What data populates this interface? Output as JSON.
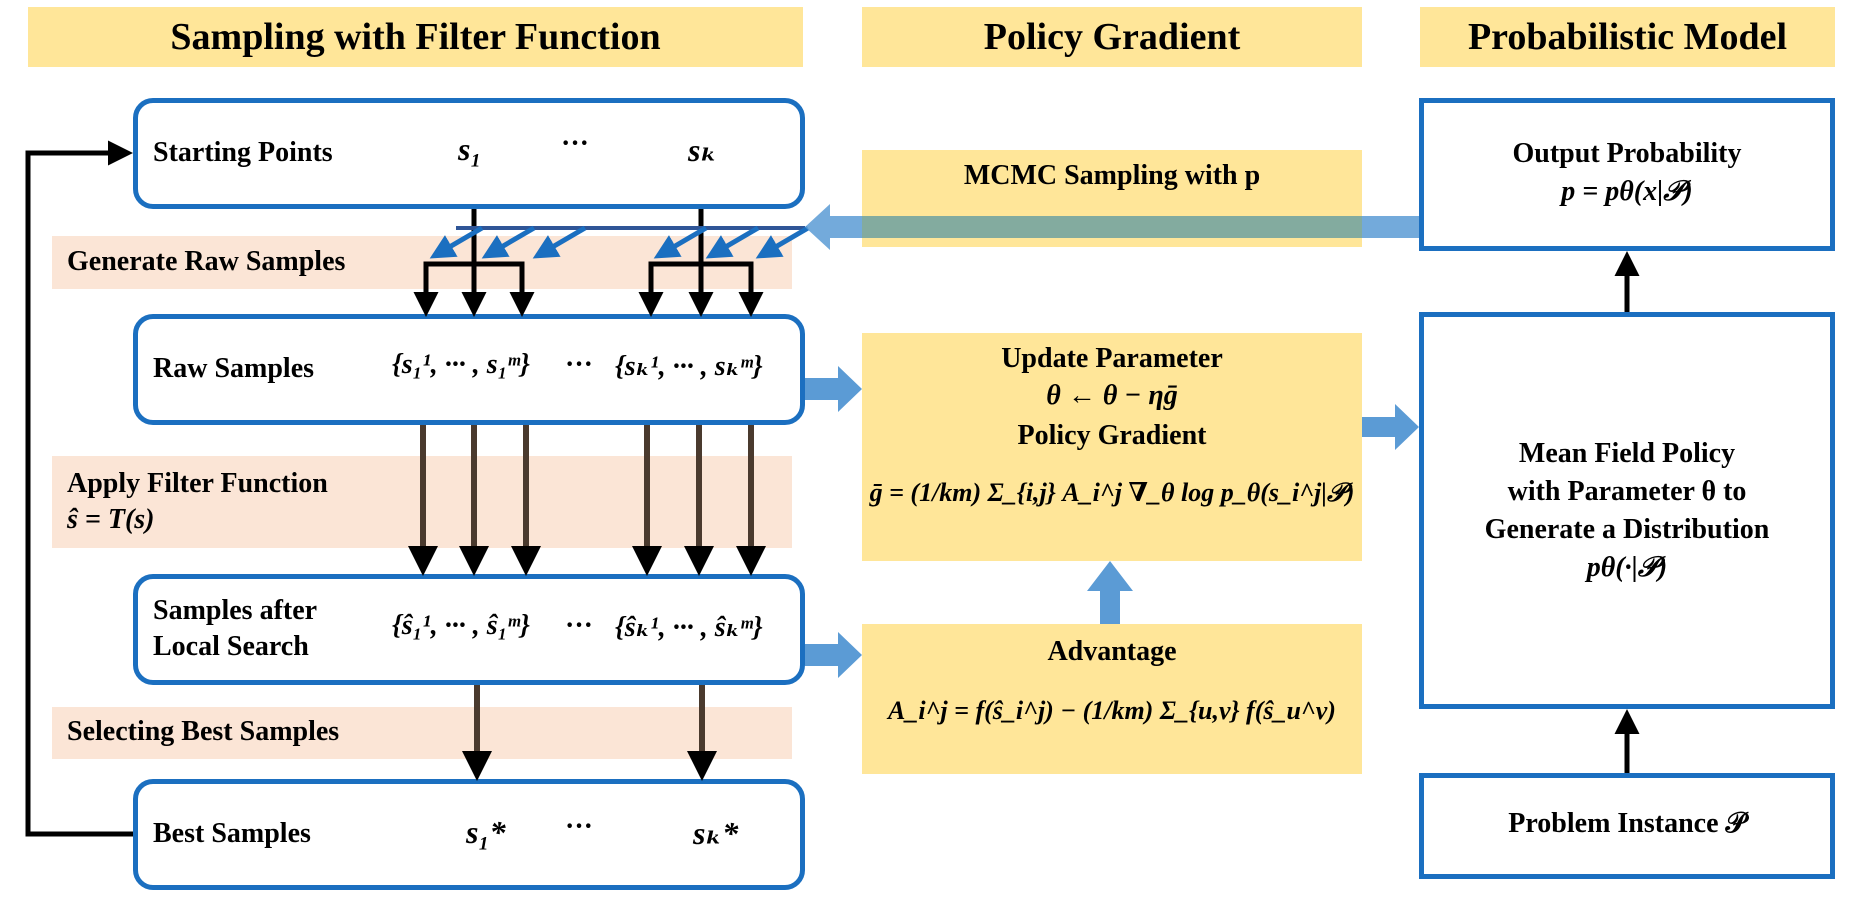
{
  "headers": {
    "left": "Sampling with Filter Function",
    "middle": "Policy Gradient",
    "right": "Probabilistic Model"
  },
  "left": {
    "starting_points": {
      "label": "Starting Points",
      "s1": "s₁",
      "dots": "···",
      "sk": "sₖ"
    },
    "generate_raw_samples": "Generate Raw Samples",
    "raw_samples": {
      "label": "Raw Samples",
      "set1": "{s₁¹, ··· , s₁ᵐ}",
      "dots": "···",
      "setk": "{sₖ¹, ··· , sₖᵐ}"
    },
    "apply_filter": {
      "line1": "Apply Filter Function",
      "line2": "ŝ = T(s)"
    },
    "after_local_search": {
      "line1": "Samples after",
      "line2": "Local Search",
      "set1": "{ŝ₁¹, ··· , ŝ₁ᵐ}",
      "dots": "···",
      "setk": "{ŝₖ¹, ··· , ŝₖᵐ}"
    },
    "selecting_best": "Selecting Best Samples",
    "best_samples": {
      "label": "Best Samples",
      "s1": "s₁*",
      "dots": "···",
      "sk": "sₖ*"
    }
  },
  "middle": {
    "mcmc": "MCMC Sampling with p",
    "update": {
      "line1": "Update Parameter",
      "line2": "θ ← θ − ηḡ",
      "line3": "Policy Gradient",
      "formula": "ḡ = (1/km) Σ_{i,j} A_i^j ∇_θ log p_θ(s_i^j|𝒫)"
    },
    "advantage": {
      "title": "Advantage",
      "formula": "A_i^j = f(ŝ_i^j) − (1/km) Σ_{u,v} f(ŝ_u^v)"
    }
  },
  "right": {
    "output_probability": {
      "line1": "Output Probability",
      "line2": "p = pθ(x|𝒫)"
    },
    "mean_field": {
      "line1": "Mean Field Policy",
      "line2": "with Parameter θ to",
      "line3": "Generate a Distribution",
      "line4": "pθ(·|𝒫)"
    },
    "problem_instance": "Problem Instance 𝒫"
  },
  "colors": {
    "header_fill": "#FFE699",
    "band_fill": "#FBE5D6",
    "box_border": "#1B6FC0",
    "big_arrow": "#5B9BD5",
    "small_arrow": "#1B6FC0"
  }
}
